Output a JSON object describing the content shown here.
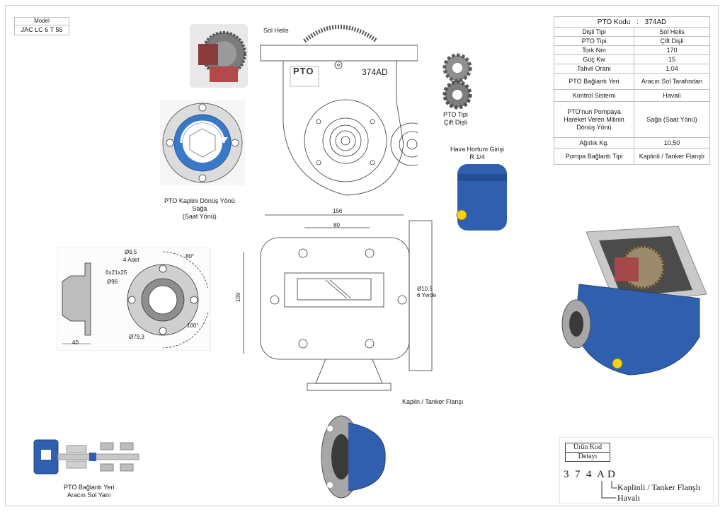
{
  "model": {
    "header": "Model",
    "value": "JAC LC 6 T 55"
  },
  "spec_table": {
    "title_key": "PTO Kodu",
    "title_sep": ":",
    "title_value": "374AD",
    "rows": [
      {
        "k": "Dişli Tipi",
        "v": "Sol Helis"
      },
      {
        "k": "PTO Tipi",
        "v": "Çift Dişli"
      },
      {
        "k": "Tork Nm",
        "v": "170"
      },
      {
        "k": "Güç Kw",
        "v": "15"
      },
      {
        "k": "Tahvil Oranı",
        "v": "1,04"
      },
      {
        "k": "PTO Bağlantı Yeri",
        "v": "Aracın Sol Tarafından"
      },
      {
        "k": "Kontrol Sistemi",
        "v": "Havalı"
      },
      {
        "k": "PTO'nun Pompaya Hareket Veren Milinin Dönüş Yönü",
        "v": "Sağa (Saat Yönü)"
      },
      {
        "k": "Ağırlık Kg.",
        "v": "10,50"
      },
      {
        "k": "Pompa Bağlantı Tipi",
        "v": "Kaplinli / Tanker Flanşlı"
      }
    ]
  },
  "labels": {
    "sol_helis": "Sol Helis",
    "model_code": "374AD",
    "logo_text": "PTO",
    "pto_tipi": [
      "PTO Tipi",
      "Çift Dişli"
    ],
    "hava_hortum": [
      "Hava Hortum Girişi",
      "R 1/4"
    ],
    "kaplin_donus": [
      "PTO Kaplini Dönüş Yönü",
      "Sağa",
      "(Saat Yönü)"
    ],
    "kaplin_tanker": "Kaplin / Tanker Flanşı",
    "baglanti_yeri": [
      "PTO Bağlantı Yeri",
      "Aracın Sol Yanı"
    ]
  },
  "flange_dims": {
    "hole_dia": "Ø9,5",
    "hole_count": "4 Adet",
    "spline": "6x21x25",
    "bore": "Ø96",
    "pcd": "Ø79,3",
    "angle1": "80°",
    "angle2": "100°",
    "depth": "40"
  },
  "body_dims": {
    "width_outer": "156",
    "width_inner": "80",
    "height": "109",
    "hole_note": [
      "Ø10,5",
      "6 Yerde"
    ]
  },
  "code_detail": {
    "title": [
      "Ürün Kod",
      "Detayı"
    ],
    "chars": [
      "3",
      "7",
      "4",
      "A",
      "D"
    ],
    "legend_d": "Kaplinli / Tanker Flanşlı",
    "legend_a": "Havalı"
  },
  "colors": {
    "pump_blue": "#2f5fae",
    "steel": "#9aa0a6",
    "line": "#333333",
    "border": "#bdbdbd"
  }
}
